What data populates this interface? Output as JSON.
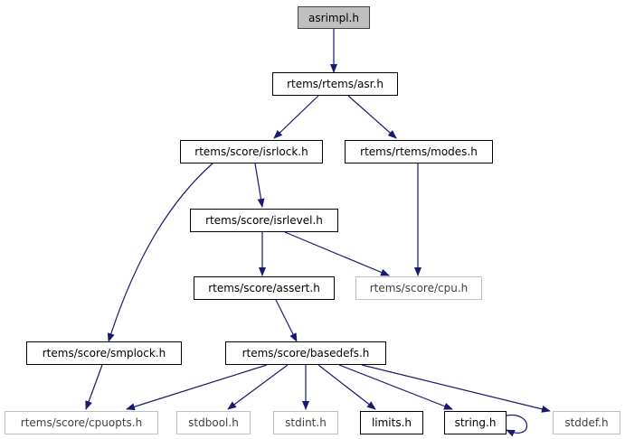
{
  "colors": {
    "edge": "#191970",
    "root_fill": "#bfbfbf",
    "node_border": "#000000",
    "external_border": "#bfbfbf"
  },
  "nodes": {
    "asrimpl": "asrimpl.h",
    "asr": "rtems/rtems/asr.h",
    "isrlock": "rtems/score/isrlock.h",
    "modes": "rtems/rtems/modes.h",
    "isrlevel": "rtems/score/isrlevel.h",
    "assert": "rtems/score/assert.h",
    "cpu": "rtems/score/cpu.h",
    "smplock": "rtems/score/smplock.h",
    "basedefs": "rtems/score/basedefs.h",
    "cpuopts": "rtems/score/cpuopts.h",
    "stdbool": "stdbool.h",
    "stdint": "stdint.h",
    "limits": "limits.h",
    "string": "string.h",
    "stddef": "stddef.h"
  }
}
